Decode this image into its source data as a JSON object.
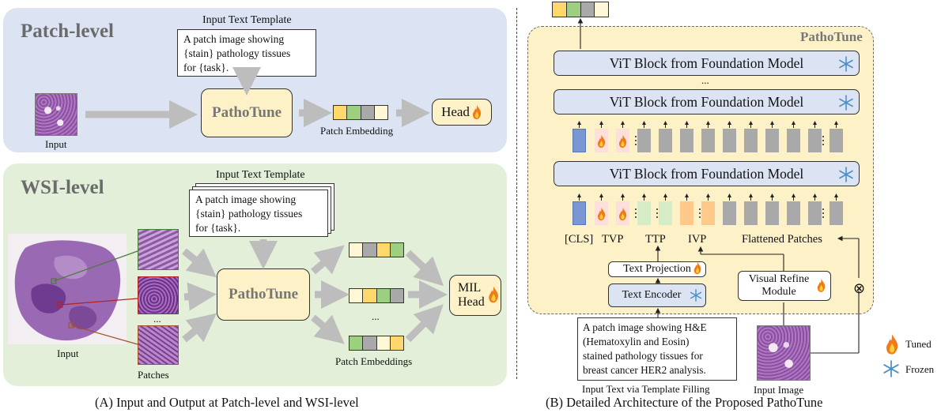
{
  "patch_level": {
    "title": "Patch-level",
    "template_caption": "Input Text Template",
    "template_lines": [
      "A patch image showing",
      "{stain} pathology tissues",
      "for {task}."
    ],
    "pathotune": "PathoTune",
    "input_label": "Input",
    "embedding_label": "Patch Embedding",
    "head": "Head"
  },
  "wsi_level": {
    "title": "WSI-level",
    "template_caption": "Input Text Template",
    "template_lines": [
      "A patch image showing",
      "{stain} pathology tissues",
      "for {task}."
    ],
    "pathotune": "PathoTune",
    "input_label": "Input",
    "patches_label": "Patches",
    "patch_dots": "...",
    "emb_dots": "...",
    "embeddings_label": "Patch Embeddings",
    "head_line1": "MIL",
    "head_line2": "Head"
  },
  "architecture": {
    "title": "PathoTune",
    "vit_top": "ViT Block from Foundation Model",
    "vit_mid": "ViT Block from Foundation Model",
    "vit_bottom": "ViT Block from Foundation Model",
    "ellipsis": "...",
    "token_labels": {
      "cls": "[CLS]",
      "tvp": "TVP",
      "ttp": "TTP",
      "ivp": "IVP",
      "flat": "Flattened Patches"
    },
    "text_projection": "Text Projection",
    "text_encoder": "Text Encoder",
    "visual_refine_line1": "Visual Refine",
    "visual_refine_line2": "Module",
    "filled_template_lines": [
      "A patch image showing H&E",
      "(Hematoxylin and Eosin)",
      "stained pathology tissues for",
      "breast cancer HER2 analysis."
    ],
    "filled_caption": "Input Text via Template Filling",
    "input_image_label": "Input Image",
    "multiply_symbol": "⊗"
  },
  "legend": {
    "tuned": "Tuned",
    "frozen": "Frozen"
  },
  "captions": {
    "a": "(A) Input and Output at Patch-level and WSI-level",
    "b": "(B) Detailed Architecture of the Proposed PathoTune"
  },
  "colors": {
    "patch_panel": "#dce4f4",
    "wsi_panel": "#e3efd8",
    "arch_panel": "#fdf1c7",
    "yellow": "#ffd86b",
    "green": "#9ccf80",
    "gray": "#a9a9a9",
    "cream": "#fff7d6",
    "cls_blue": "#7b96d4",
    "ttp_green": "#d6ecc6",
    "ivp_orange": "#ffc98c",
    "tvp_pink": "#fde0dc"
  },
  "icons": {
    "tuned": "flame-icon",
    "frozen": "snowflake-icon"
  }
}
